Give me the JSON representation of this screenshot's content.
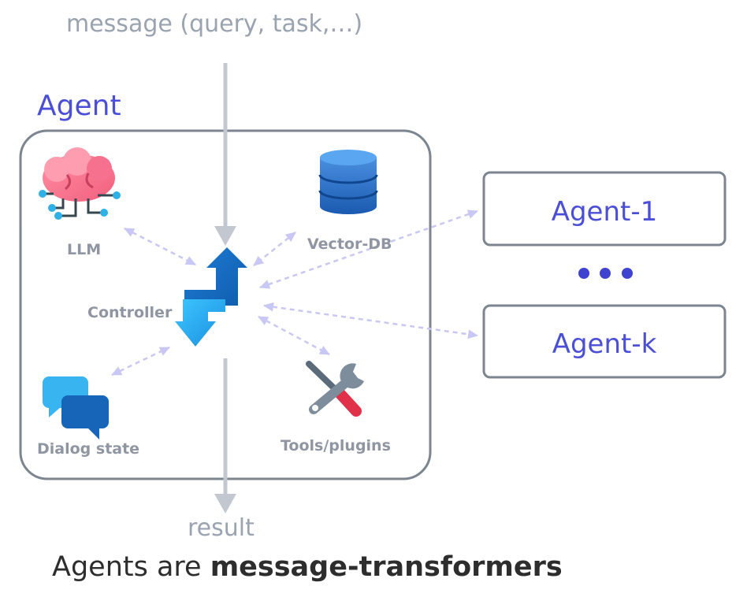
{
  "input_label": "message (query, task,…)",
  "agent_label": "Agent",
  "components": {
    "llm": "LLM",
    "vector_db": "Vector-DB",
    "controller": "Controller",
    "dialog_state": "Dialog state",
    "tools": "Tools/plugins"
  },
  "external_agents": {
    "agent_1": "Agent-1",
    "agent_k": "Agent-k"
  },
  "output_label": "result",
  "caption": {
    "prefix": "Agents are ",
    "bold": "message-transformers"
  },
  "icons": {
    "llm": "brain-circuit-icon",
    "vector_db": "database-icon",
    "controller": "swap-arrows-icon",
    "dialog_state": "chat-bubbles-icon",
    "tools": "wrench-screwdriver-icon",
    "ellipsis": "ellipsis-dots"
  },
  "colors": {
    "agent_text": "#4b4fd6",
    "muted_text": "#9aa3b0",
    "box_border": "#7c8590",
    "flow_arrow": "#c3c8d0",
    "link_arrow": "#b9b7f0"
  }
}
